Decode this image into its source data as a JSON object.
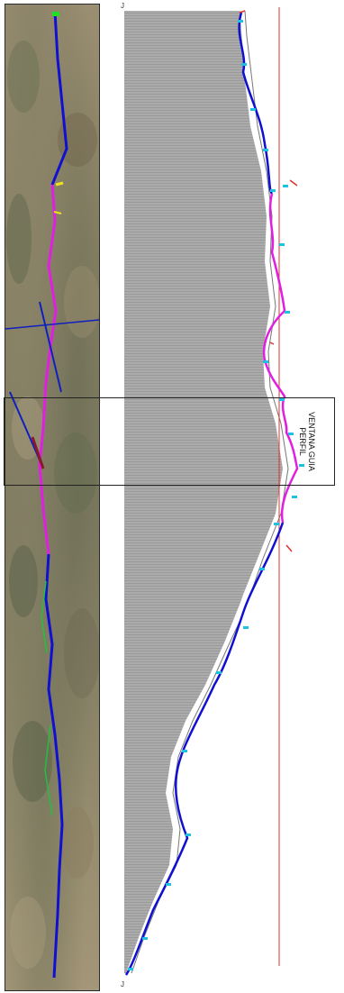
{
  "profile_window": {
    "label_line1": "VENTANA GUIA",
    "label_line2": "PERFIL"
  },
  "colors": {
    "background": "#ffffff",
    "terrain_fill": "#8e8e8e",
    "alignment_main": "#1010d0",
    "alignment_curve": "#e020e0",
    "datum_line": "#e03030",
    "tangent_marker": "#20c0e0"
  },
  "corner_mark_top": "J",
  "corner_mark_bottom": "J"
}
